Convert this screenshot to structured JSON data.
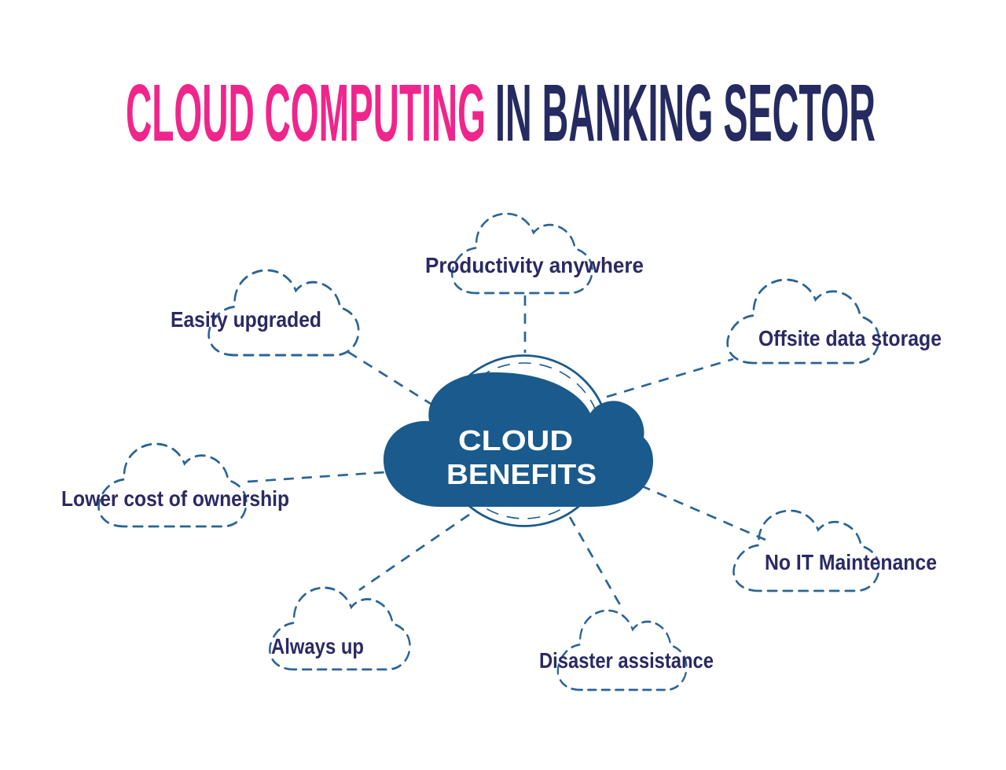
{
  "title": {
    "part1": "CLOUD COMPUTING",
    "part2": "IN BANKING SECTOR",
    "part1_color": "#F0258C",
    "part2_color": "#252B60"
  },
  "center_cloud": {
    "line1": "CLOUD",
    "line2": "BENEFITS",
    "fill": "#1A5A8C",
    "text_color": "#FFFFFF"
  },
  "benefits": [
    {
      "label": "Productivity anywhere"
    },
    {
      "label": "Easity upgraded"
    },
    {
      "label": "Offsite data storage"
    },
    {
      "label": "Lower cost of ownership"
    },
    {
      "label": "Always up"
    },
    {
      "label": "Disaster assistance"
    },
    {
      "label": "No IT Maintenance"
    }
  ],
  "style_colors": {
    "dashed_outline": "#2A6496",
    "label_text": "#2B2964",
    "background": "#FFFFFF"
  }
}
